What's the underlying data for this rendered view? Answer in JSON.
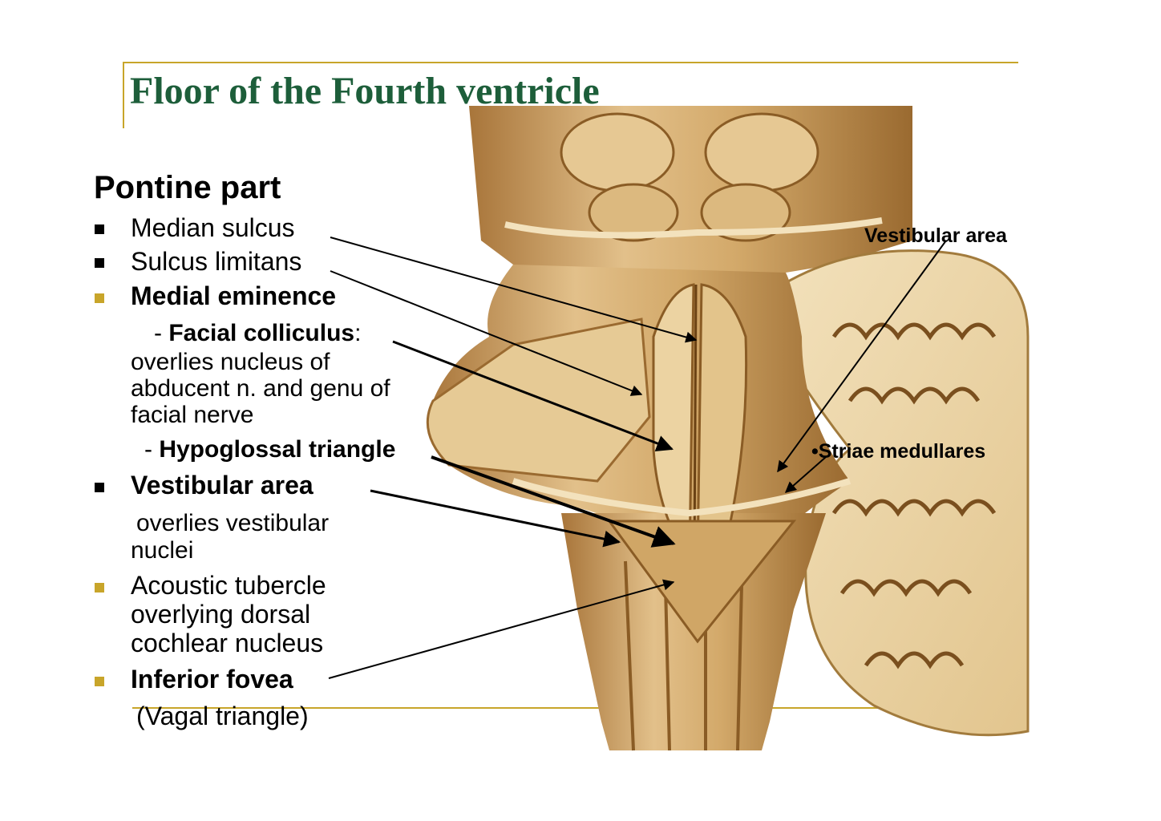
{
  "slide": {
    "title": "Floor of the Fourth ventricle",
    "section_heading": "Pontine part",
    "items": [
      {
        "text": " Median sulcus"
      },
      {
        "text": "Sulcus limitans"
      },
      {
        "text": "Medial eminence"
      },
      {
        "dash": "- ",
        "bold": "Facial colliculus",
        "suffix": ":"
      },
      {
        "text": "overlies nucleus of"
      },
      {
        "text": "abducent n. and genu of"
      },
      {
        "text": "facial nerve"
      },
      {
        "dash": "- ",
        "bold": "Hypoglossal triangle"
      },
      {
        "text": " Vestibular area"
      },
      {
        "text": " overlies vestibular"
      },
      {
        "text": "nuclei"
      },
      {
        "text": "Acoustic tubercle"
      },
      {
        "text": "overlying dorsal"
      },
      {
        "text": "cochlear nucleus"
      },
      {
        "text": "Inferior fovea"
      },
      {
        "text": "(Vagal triangle)"
      }
    ],
    "image_labels": {
      "vestibular_area": "Vestibular area",
      "striae_medullares": "•Striae medullares"
    }
  },
  "colors": {
    "title": "#1d5e3a",
    "frame": "#c8a52a",
    "bullet_dark": "#000000",
    "bullet_gold": "#c8a52a",
    "tissue_base": "#d8b478",
    "tissue_dark": "#8a5c25",
    "tissue_light": "#f1dcae"
  }
}
